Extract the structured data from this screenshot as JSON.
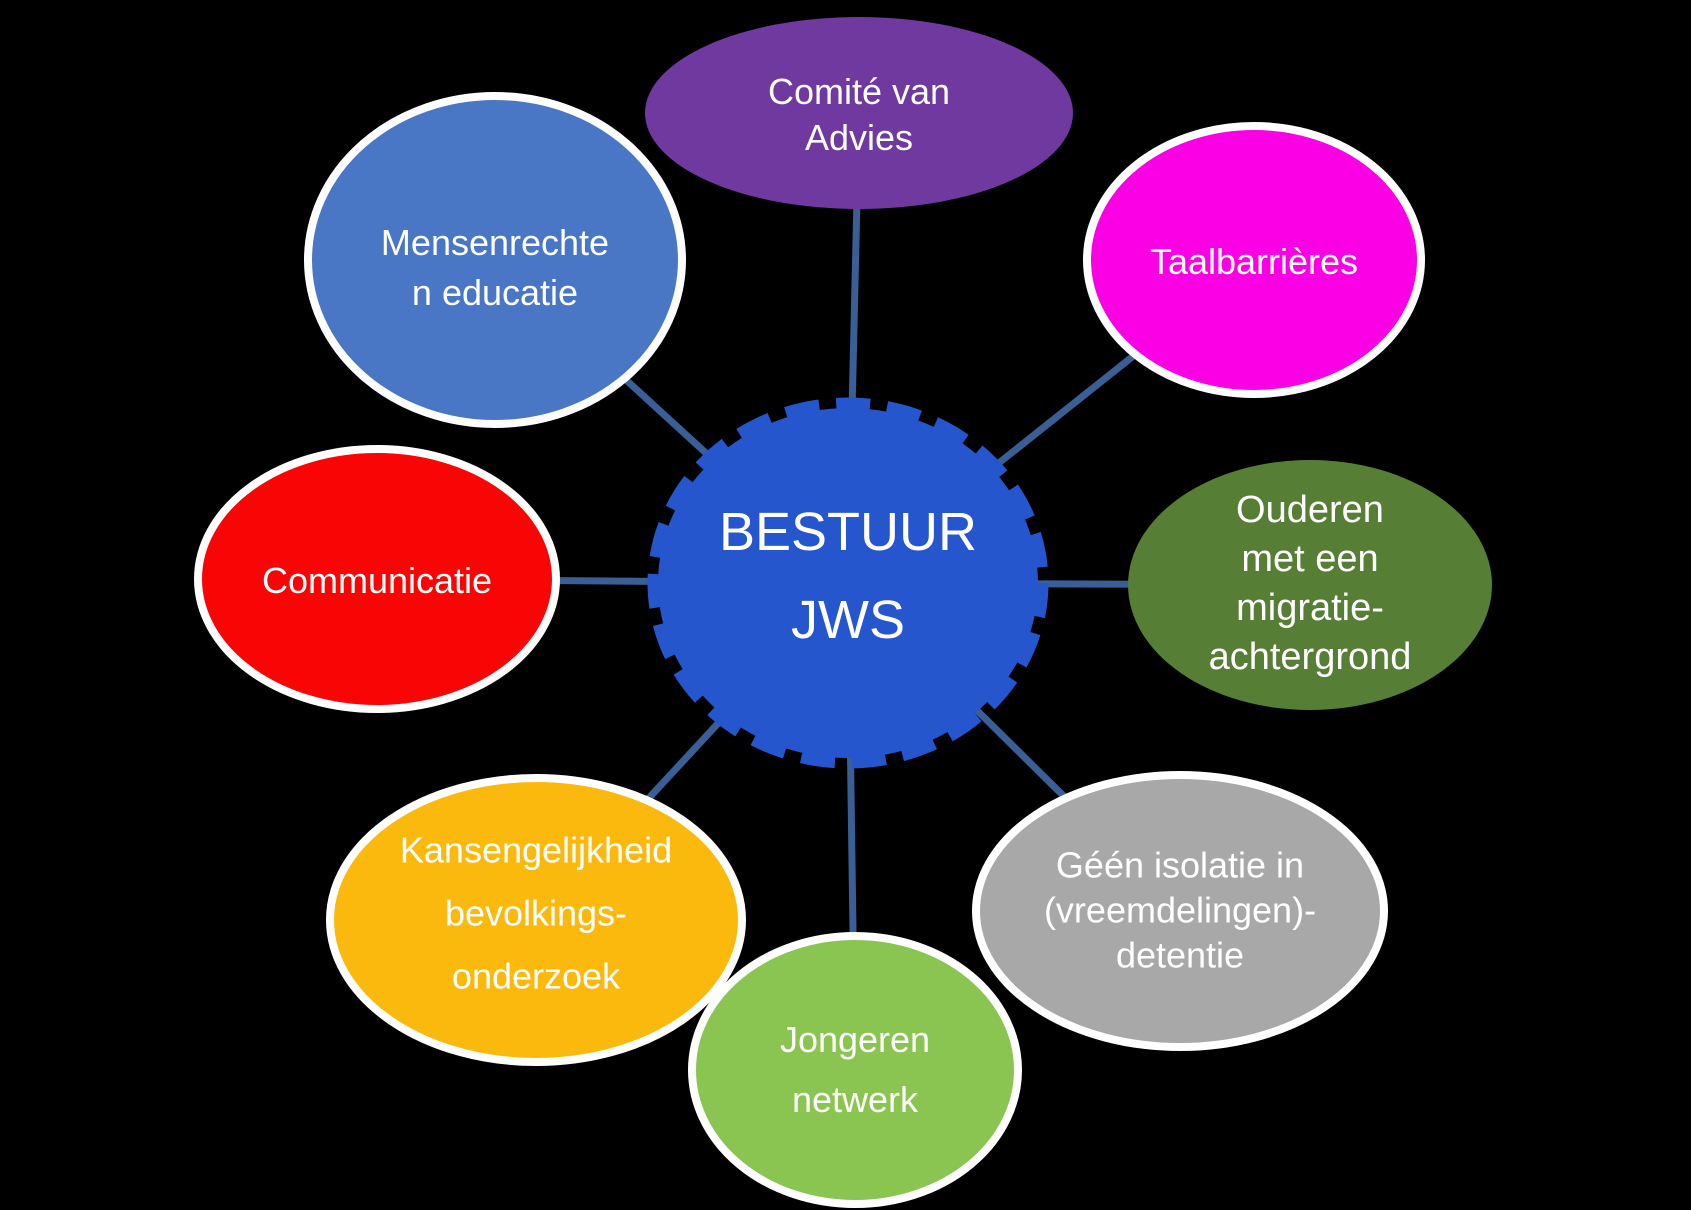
{
  "diagram": {
    "background_color": "#000000",
    "connector_color": "#3A5E96",
    "text_color": "#FFFFFF",
    "hub": {
      "label": "BESTUUR\nJWS",
      "color": "#2656CD"
    },
    "satellites": [
      {
        "id": "comite-van-advies",
        "label": "Comité van\nAdvies",
        "color": "#70399F",
        "border": "none"
      },
      {
        "id": "mensenrechten-educatie",
        "label": "Mensenrechte\nn educatie",
        "color": "#4A76C6",
        "border": "white"
      },
      {
        "id": "taalbarrieres",
        "label": "Taalbarrières",
        "color": "#FB00E4",
        "border": "white"
      },
      {
        "id": "communicatie",
        "label": "Communicatie",
        "color": "#FA0505",
        "border": "white"
      },
      {
        "id": "ouderen-migratie-achtergrond",
        "label": "Ouderen\nmet een\nmigratie-\nachtergrond",
        "color": "#567E34",
        "border": "none"
      },
      {
        "id": "kansengelijkheid-onderzoek",
        "label": "Kansengelijkheid\nbevolkings-\nonderzoek",
        "color": "#FCB90D",
        "border": "white"
      },
      {
        "id": "geen-isolatie-detentie",
        "label": "Géén isolatie in\n(vreemdelingen)-\ndetentie",
        "color": "#A8A8A8",
        "border": "white"
      },
      {
        "id": "jongeren-netwerk",
        "label": "Jongeren\nnetwerk",
        "color": "#8BC551",
        "border": "white"
      }
    ]
  }
}
